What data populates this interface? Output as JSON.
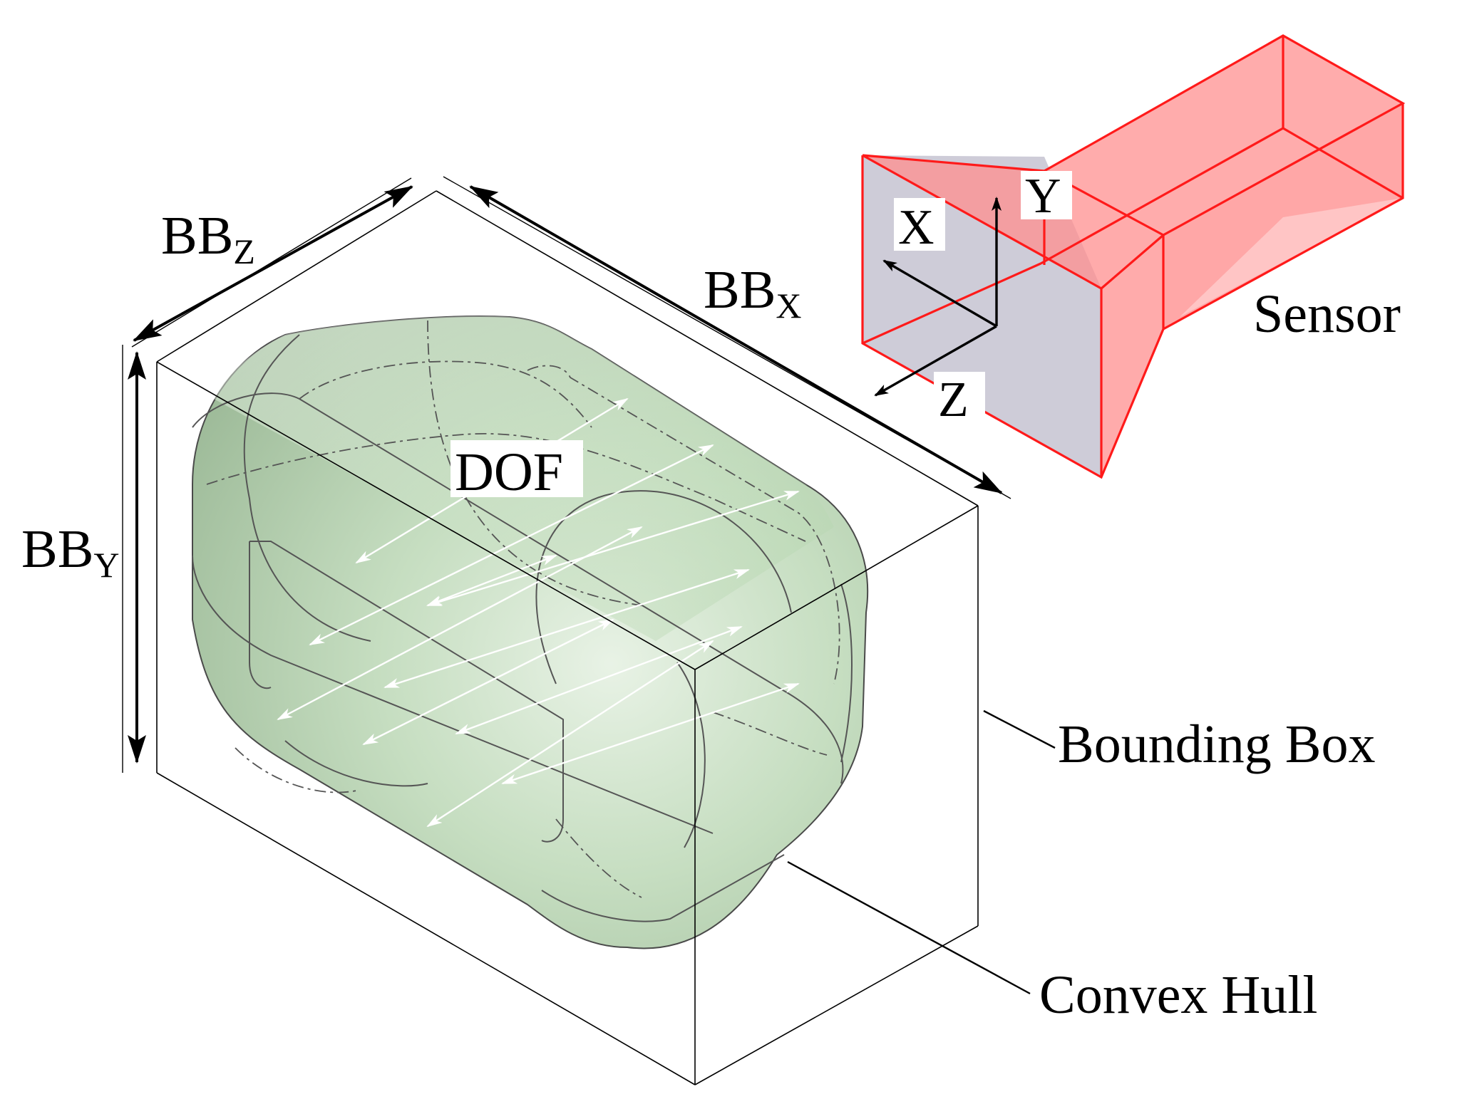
{
  "labels": {
    "bb_z": {
      "main": "BB",
      "sub": "Z"
    },
    "bb_x": {
      "main": "BB",
      "sub": "X"
    },
    "bb_y": {
      "main": "BB",
      "sub": "Y"
    },
    "dof": "DOF",
    "sensor": "Sensor",
    "bounding_box": "Bounding Box",
    "convex_hull": "Convex Hull",
    "axis_x": "X",
    "axis_y": "Y",
    "axis_z": "Z"
  },
  "colors": {
    "hull_fill": "#a9c9a4",
    "hull_highlight": "#e6f1e3",
    "sensor_fill": "#ff9d9d",
    "sensor_stroke": "#ff1a1a",
    "sensor_face": "#cbc9d6",
    "dof_arrows": "#ffffff",
    "lines": "#000000"
  }
}
